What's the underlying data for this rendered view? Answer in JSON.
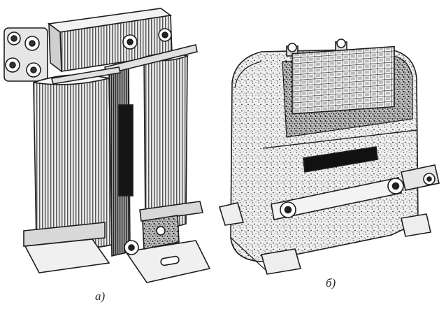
{
  "figure": {
    "panel_a": {
      "caption": "а)",
      "subject": "open-core-transformer"
    },
    "panel_b": {
      "caption": "б)",
      "subject": "enclosed-transformer"
    }
  },
  "colors": {
    "ink": "#1e1e1e",
    "paper": "#ffffff",
    "shade_dark": "#3a3a3a",
    "shade_mid": "#8a8a8a",
    "shade_light": "#d9d9d9"
  }
}
